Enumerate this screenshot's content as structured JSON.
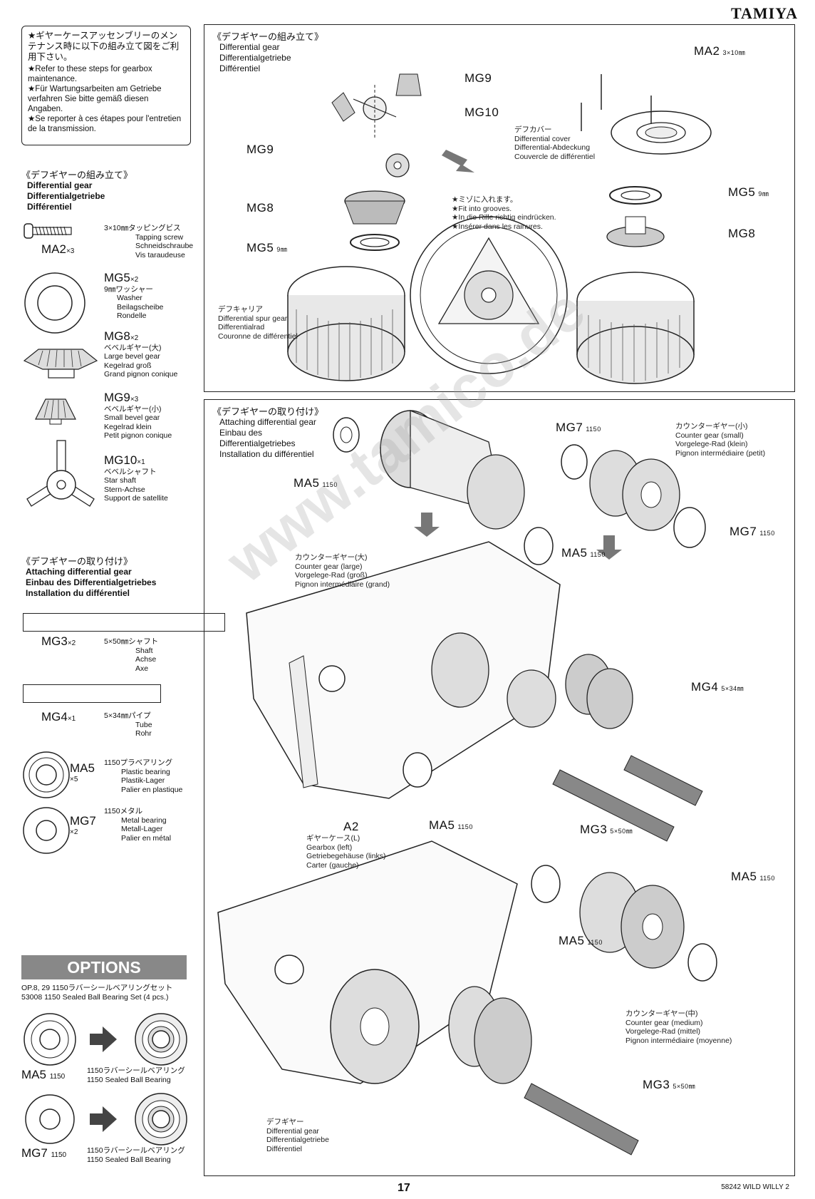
{
  "brand": "TAMIYA",
  "notice": [
    "★ギヤーケースアッセンブリーのメンテナンス時に以下の組み立て図をご利用下さい。",
    "★Refer to these steps for gearbox maintenance.",
    "★Für Wartungsarbeiten am Getriebe verfahren Sie bitte gemäß diesen Angaben.",
    "★Se reporter à ces étapes pour l'entretien de la transmission."
  ],
  "left_diff": {
    "jp": "《デフギヤーの組み立て》",
    "en": "Differential gear",
    "de": "Differentialgetriebe",
    "fr": "Différentiel"
  },
  "parts": {
    "ma2": {
      "code": "MA2",
      "qty": "×3",
      "spec": "3×10㎜タッピングビス",
      "en": "Tapping screw",
      "de": "Schneidschraube",
      "fr": "Vis taraudeuse"
    },
    "mg5": {
      "code": "MG5",
      "qty": "×2",
      "spec": "9㎜ワッシャー",
      "en": "Washer",
      "de": "Beilagscheibe",
      "fr": "Rondelle"
    },
    "mg8": {
      "code": "MG8",
      "qty": "×2",
      "spec": "ベベルギヤー(大)",
      "en": "Large bevel gear",
      "de": "Kegelrad groß",
      "fr": "Grand pignon conique"
    },
    "mg9": {
      "code": "MG9",
      "qty": "×3",
      "spec": "ベベルギヤー(小)",
      "en": "Small bevel gear",
      "de": "Kegelrad klein",
      "fr": "Petit pignon conique"
    },
    "mg10": {
      "code": "MG10",
      "qty": "×1",
      "spec": "ベベルシャフト",
      "en": "Star shaft",
      "de": "Stern-Achse",
      "fr": "Support de satellite"
    }
  },
  "left_attach": {
    "jp": "《デフギヤーの取り付け》",
    "en": "Attaching differential gear",
    "de": "Einbau des Differentialgetriebes",
    "fr": "Installation du différentiel"
  },
  "parts2": {
    "mg3": {
      "code": "MG3",
      "qty": "×2",
      "spec": "5×50㎜シャフト",
      "en": "Shaft",
      "de": "Achse",
      "fr": "Axe"
    },
    "mg4": {
      "code": "MG4",
      "qty": "×1",
      "spec": "5×34㎜パイプ",
      "en": "Tube",
      "de": "Rohr",
      "fr": ""
    },
    "ma5": {
      "code": "MA5",
      "qty": "×5",
      "spec": "1150プラベアリング",
      "en": "Plastic bearing",
      "de": "Plastik-Lager",
      "fr": "Palier en plastique"
    },
    "mg7": {
      "code": "MG7",
      "qty": "×2",
      "spec": "1150メタル",
      "en": "Metal bearing",
      "de": "Metall-Lager",
      "fr": "Palier en métal"
    }
  },
  "options": {
    "title": "OPTIONS",
    "line1": "OP.8, 29  1150ラバーシールベアリングセット",
    "line2": "53008 1150 Sealed Ball Bearing Set (4 pcs.)",
    "ma5": {
      "code": "MA5",
      "size": "1150",
      "jp": "1150ラバーシールベアリング",
      "en": "1150 Sealed Ball Bearing"
    },
    "mg7": {
      "code": "MG7",
      "size": "1150",
      "jp": "1150ラバーシールベアリング",
      "en": "1150 Sealed Ball Bearing"
    }
  },
  "top_panel": {
    "jp": "《デフギヤーの組み立て》",
    "en": "Differential gear",
    "de": "Differentialgetriebe",
    "fr": "Différentiel",
    "labels": {
      "mg9a": "MG9",
      "mg10": "MG10",
      "mg9b": "MG9",
      "mg8a": "MG8",
      "mg5a": "MG5",
      "mg5a_size": "9㎜",
      "ma2": "MA2",
      "ma2_size": "3×10㎜",
      "mg5b": "MG5",
      "mg5b_size": "9㎜",
      "mg8b": "MG8"
    },
    "cover": {
      "jp": "デフカバー",
      "en": "Differential cover",
      "de": "Differential-Abdeckung",
      "fr": "Couvercle de différentiel"
    },
    "carrier": {
      "jp": "デフキャリア",
      "en": "Differential spur gear",
      "de": "Differentialrad",
      "fr": "Couronne de différentiel"
    },
    "grooves": {
      "jp": "★ミゾに入れます。",
      "en": "★Fit into grooves.",
      "de": "★In die Rille richtig eindrücken.",
      "fr": "★Insérer dans les rainures."
    }
  },
  "bottom_panel": {
    "jp": "《デフギヤーの取り付け》",
    "en": "Attaching differential gear",
    "de": "Einbau des",
    "de2": "Differentialgetriebes",
    "fr": "Installation du différentiel",
    "labels": {
      "ma5a": "MA5",
      "ma5a_size": "1150",
      "mg7a": "MG7",
      "mg7a_size": "1150",
      "mg7b": "MG7",
      "mg7b_size": "1150",
      "ma5b": "MA5",
      "ma5b_size": "1150",
      "mg4": "MG4",
      "mg4_size": "5×34㎜",
      "ma5c": "MA5",
      "ma5c_size": "1150",
      "mg3a": "MG3",
      "mg3a_size": "5×50㎜",
      "a2": "A2",
      "ma5d": "MA5",
      "ma5d_size": "1150",
      "ma5e": "MA5",
      "ma5e_size": "1150",
      "mg3b": "MG3",
      "mg3b_size": "5×50㎜"
    },
    "counter_small": {
      "jp": "カウンターギヤー(小)",
      "en": "Counter gear (small)",
      "de": "Vorgelege-Rad (klein)",
      "fr": "Pignon intermédiaire (petit)"
    },
    "counter_large": {
      "jp": "カウンターギヤー(大)",
      "en": "Counter gear (large)",
      "de": "Vorgelege-Rad (groß)",
      "fr": "Pignon intermédiaire (grand)"
    },
    "gearbox": {
      "jp": "ギヤーケース(L)",
      "en": "Gearbox (left)",
      "de": "Getriebegehäuse (links)",
      "fr": "Carter (gauche)"
    },
    "counter_medium": {
      "jp": "カウンターギヤー(中)",
      "en": "Counter gear (medium)",
      "de": "Vorgelege-Rad (mittel)",
      "fr": "Pignon intermédiaire (moyenne)"
    },
    "diff": {
      "jp": "デフギヤー",
      "en": "Differential gear",
      "de": "Differentialgetriebe",
      "fr": "Différentiel"
    }
  },
  "watermark": "www.tamico.de",
  "page_number": "17",
  "model": "58242 WILD WILLY 2"
}
